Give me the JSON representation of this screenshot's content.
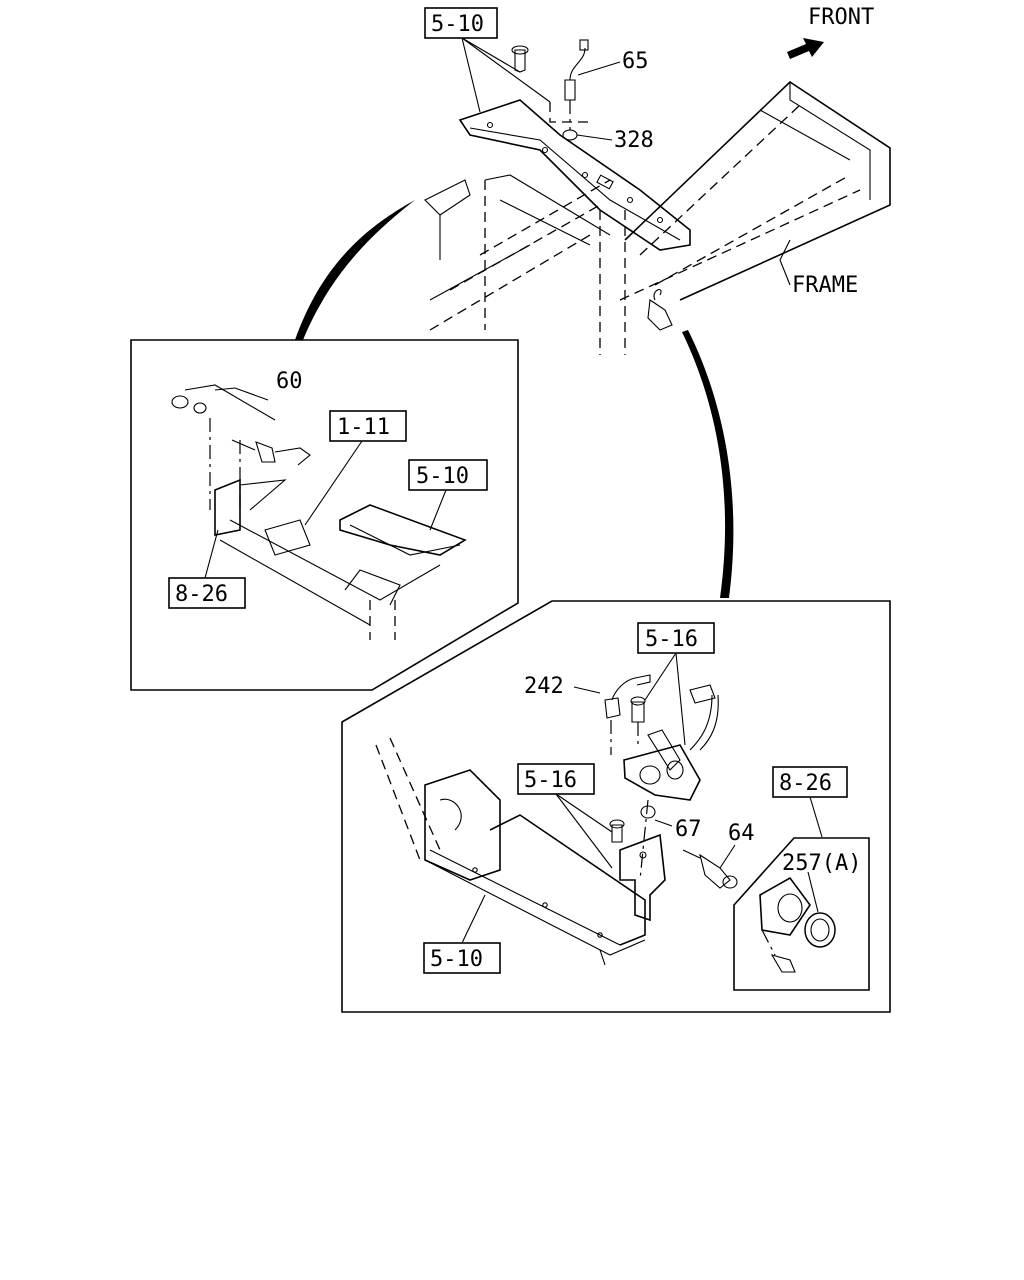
{
  "orientation": {
    "front_label": "FRONT",
    "frame_label": "FRAME"
  },
  "callouts": {
    "part_65": "65",
    "part_328": "328",
    "part_60": "60",
    "part_242": "242",
    "part_67": "67",
    "part_64": "64",
    "part_257a": "257(A)"
  },
  "references": {
    "ref_5_10_top": "5-10",
    "ref_1_11": "1-11",
    "ref_5_10_left": "5-10",
    "ref_8_26_left": "8-26",
    "ref_5_16_top": "5-16",
    "ref_5_16_mid": "5-16",
    "ref_8_26_right": "8-26",
    "ref_5_10_bottom": "5-10"
  }
}
